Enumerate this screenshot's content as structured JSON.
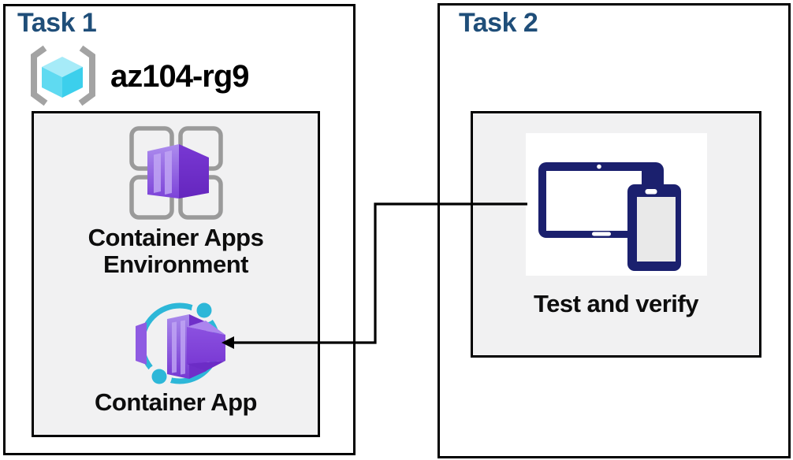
{
  "task1": {
    "title": "Task 1",
    "resource_group_label": "az104-rg9",
    "environment_label": "Container Apps Environment",
    "container_app_label": "Container App"
  },
  "task2": {
    "title": "Task 2",
    "test_label": "Test and verify"
  },
  "icons": {
    "resource_group": "resource-group-icon",
    "environment": "container-apps-environment-icon",
    "container_app": "container-app-icon",
    "devices": "devices-icon",
    "arrow": "connector-arrow"
  },
  "colors": {
    "title_text": "#1F4E79",
    "label_text": "#0d0d0d",
    "box_border": "#000000",
    "inner_panel_bg": "#F1F1F2",
    "bracket_gray": "#A3A3A3",
    "grid_gray": "#9A9A9A",
    "cube_cyan_top": "#A6EBF8",
    "cube_cyan_left": "#5FDAF1",
    "cube_cyan_right": "#3CCFEC",
    "container_purple_light": "#A98AEC",
    "container_purple_dark": "#6F2FC9",
    "ring_cyan": "#2DB7D8",
    "device_navy": "#1B206E",
    "device_screen_gray": "#E9E9E9",
    "arrow_black": "#000000"
  }
}
